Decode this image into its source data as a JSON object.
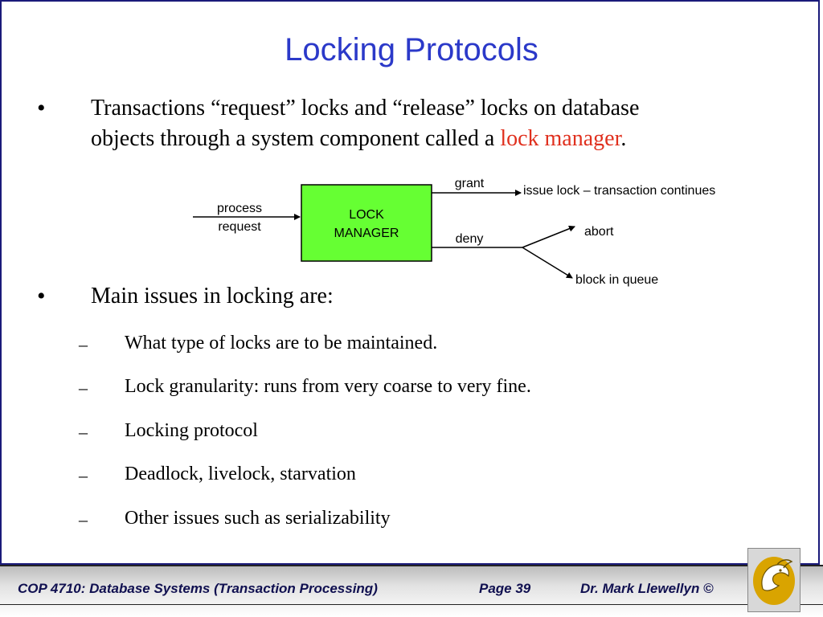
{
  "slide": {
    "title": "Locking Protocols",
    "bullets": [
      {
        "marker": "•",
        "text_before": "Transactions “request” locks and “release” locks on database",
        "text_line2_before": "objects through a system component called a ",
        "highlight": "lock manager",
        "text_after": "."
      },
      {
        "marker": "•",
        "text": "Main issues in locking are:"
      }
    ],
    "sub_items": [
      {
        "marker": "–",
        "text": "What type of locks are to be maintained."
      },
      {
        "marker": "–",
        "text": "Lock granularity: runs from very coarse to very fine."
      },
      {
        "marker": "–",
        "text": "Locking protocol"
      },
      {
        "marker": "–",
        "text": "Deadlock, livelock, starvation"
      },
      {
        "marker": "–",
        "text": "Other issues such as serializability"
      }
    ]
  },
  "diagram": {
    "input_label_1": "process",
    "input_label_2": "request",
    "box_label_1": "LOCK",
    "box_label_2": "MANAGER",
    "grant_label": "grant",
    "grant_result": "issue lock – transaction continues",
    "deny_label": "deny",
    "deny_result_1": "abort",
    "deny_result_2": "block in queue",
    "box_color": "#66ff33"
  },
  "footer": {
    "course": "COP 4710: Database Systems  (Transaction Processing)",
    "page": "Page 39",
    "author": "Dr. Mark Llewellyn ©"
  },
  "colors": {
    "title": "#2b39c9",
    "highlight": "#e0301e",
    "frame": "#1a1a7a"
  }
}
